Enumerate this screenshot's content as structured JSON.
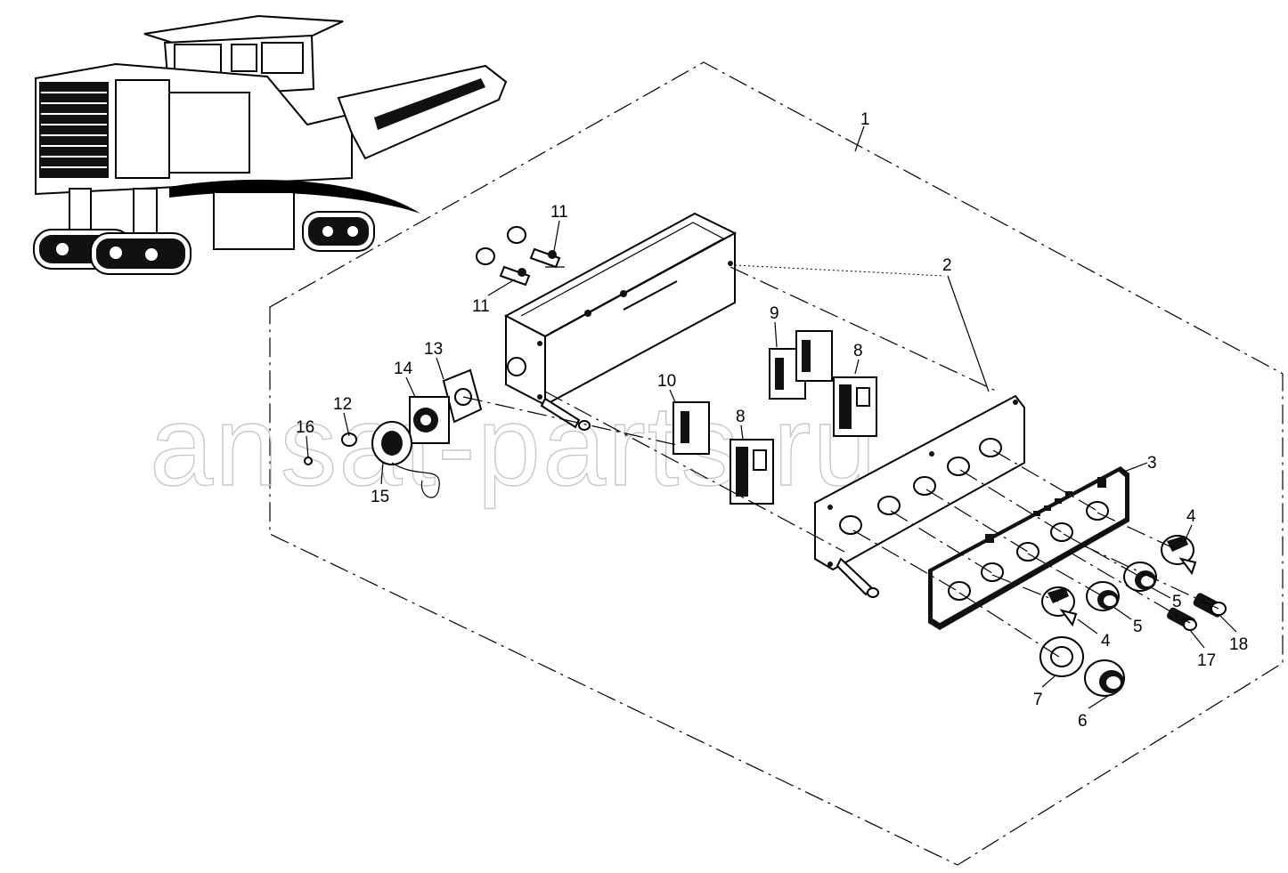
{
  "watermark": "ansat-parts.ru",
  "callouts": {
    "c1": "1",
    "c2": "2",
    "c3": "3",
    "c4a": "4",
    "c4b": "4",
    "c5a": "5",
    "c5b": "5",
    "c6": "6",
    "c7": "7",
    "c8a": "8",
    "c8b": "8",
    "c9": "9",
    "c10": "10",
    "c11a": "11",
    "c11b": "11",
    "c12": "12",
    "c13": "13",
    "c14": "14",
    "c15": "15",
    "c16": "16",
    "c17": "17",
    "c18": "18"
  }
}
